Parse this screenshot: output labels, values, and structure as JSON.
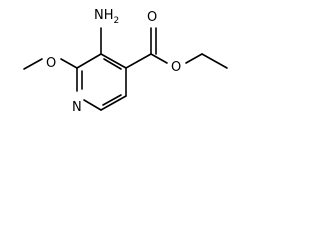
{
  "molecule": {
    "atoms": {
      "amino": {
        "label": "NH",
        "subscript": "2"
      },
      "methoxy_o": {
        "label": "O"
      },
      "ring_n": {
        "label": "N"
      },
      "carbonyl_o": {
        "label": "O"
      },
      "ester_o": {
        "label": "O"
      }
    },
    "colors": {
      "bond": "#000000",
      "text": "#000000",
      "background": "#ffffff"
    }
  }
}
